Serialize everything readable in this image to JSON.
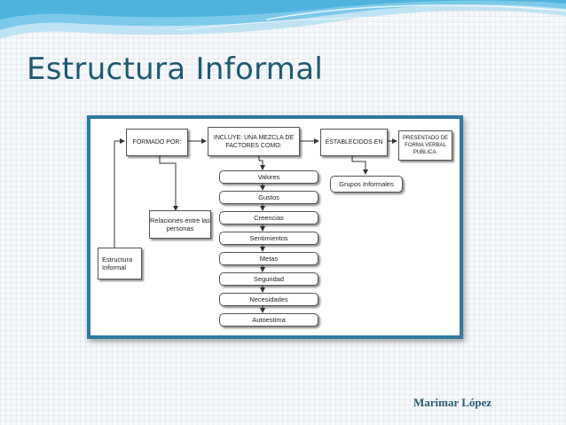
{
  "slide": {
    "title": "Estructura Informal",
    "author": "Marimar López"
  },
  "diagram": {
    "root": "Estructura Informal",
    "formado_por": "FORMADO POR:",
    "relaciones": "Relaciones entre las personas",
    "incluye": "INCLUYE: UNA MEZCLA DE FACTORES COMO:",
    "factores": [
      "Valores",
      "Gustos",
      "Creencias",
      "Sentimientos",
      "Metas",
      "Seguridad",
      "Necesidades",
      "Autoestima"
    ],
    "establecidos": "ESTABLECIDOS EN",
    "grupos": "Grupos Informales",
    "presentado": "PRESENTADO DE FORMA VERBAL PUBLICA."
  },
  "colors": {
    "title": "#1f5a73",
    "frame_border": "#2f7aa0",
    "author": "#2a5d75",
    "wave": "#4fb3dd"
  }
}
